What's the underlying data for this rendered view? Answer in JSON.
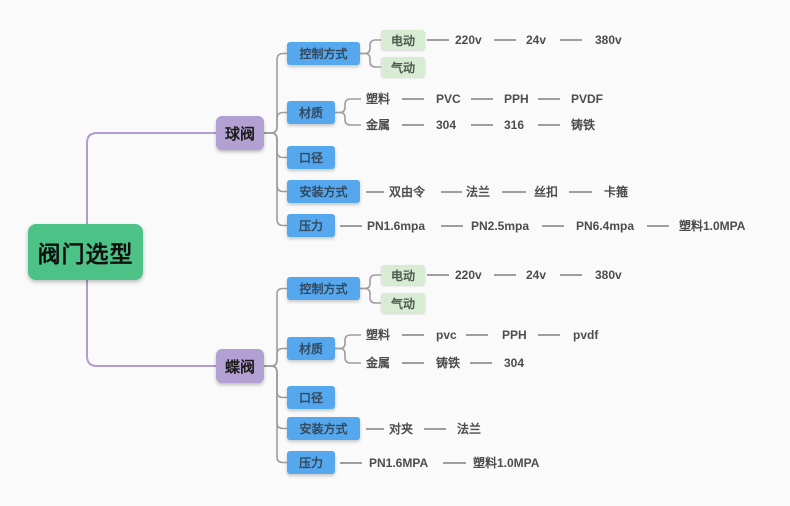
{
  "root": {
    "label": "阀门选型"
  },
  "ball": {
    "label": "球阀",
    "control": "控制方式",
    "electric": "电动",
    "pneumatic": "气动",
    "voltages": [
      "220v",
      "24v",
      "380v"
    ],
    "material": "材质",
    "plastic": "塑料",
    "plastic_types": [
      "PVC",
      "PPH",
      "PVDF"
    ],
    "metal": "金属",
    "metal_types": [
      "304",
      "316",
      "铸铁"
    ],
    "diameter": "口径",
    "install": "安装方式",
    "install_types": [
      "双由令",
      "法兰",
      "丝扣",
      "卡箍"
    ],
    "pressure": "压力",
    "pressure_types": [
      "PN1.6mpa",
      "PN2.5mpa",
      "PN6.4mpa",
      "塑料1.0MPA"
    ]
  },
  "butterfly": {
    "label": "蝶阀",
    "control": "控制方式",
    "electric": "电动",
    "pneumatic": "气动",
    "voltages": [
      "220v",
      "24v",
      "380v"
    ],
    "material": "材质",
    "plastic": "塑料",
    "plastic_types": [
      "pvc",
      "PPH",
      "pvdf"
    ],
    "metal": "金属",
    "metal_types": [
      "铸铁",
      "304"
    ],
    "diameter": "口径",
    "install": "安装方式",
    "install_types": [
      "对夹",
      "法兰"
    ],
    "pressure": "压力",
    "pressure_types": [
      "PN1.6MPA",
      "塑料1.0MPA"
    ]
  },
  "colors": {
    "root_node": "#4dc287",
    "branch_node": "#b3a0d3",
    "category_node": "#55a8ee",
    "option_node": "#d7ecd2",
    "connector_gray": "#9e9e9e",
    "connector_purple": "#b49bd0",
    "background": "#fafafa"
  }
}
